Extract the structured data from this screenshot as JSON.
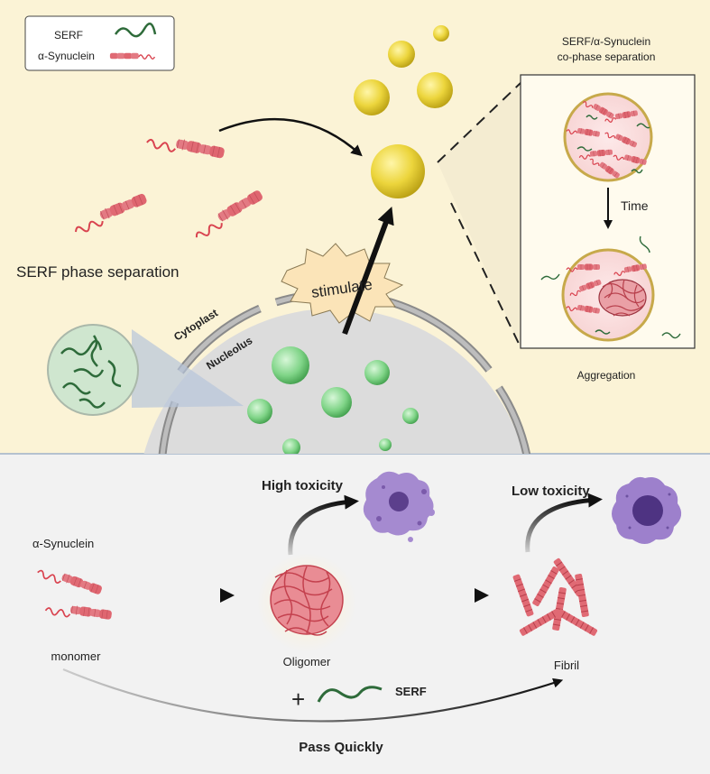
{
  "legend": {
    "serf": "SERF",
    "alpha_synuclein": "α-Synuclein"
  },
  "top": {
    "serf_phase_separation": "SERF phase separation",
    "stimulate": "stimulate",
    "cytoplast": "Cytoplast",
    "nucleolus": "Nucleolus",
    "inset_title_line1": "SERF/α-Synuclein",
    "inset_title_line2": "co-phase separation",
    "time": "Time",
    "aggregation": "Aggregation"
  },
  "bottom": {
    "alpha_synuclein": "α-Synuclein",
    "monomer": "monomer",
    "oligomer": "Oligomer",
    "fibril": "Fibril",
    "high_toxicity": "High toxicity",
    "low_toxicity": "Low toxicity",
    "plus": "+",
    "serf": "SERF",
    "pass_quickly": "Pass Quickly"
  },
  "colors": {
    "top_background": "#fbf3d6",
    "bottom_background": "#f2f2f2",
    "droplet_yellow": "#e8d23a",
    "nucleolus_green": "#7fd487",
    "synuclein_red": "#e0707a",
    "serf_green": "#2e6b3a",
    "toxic_purple": "#9b7fc9"
  }
}
